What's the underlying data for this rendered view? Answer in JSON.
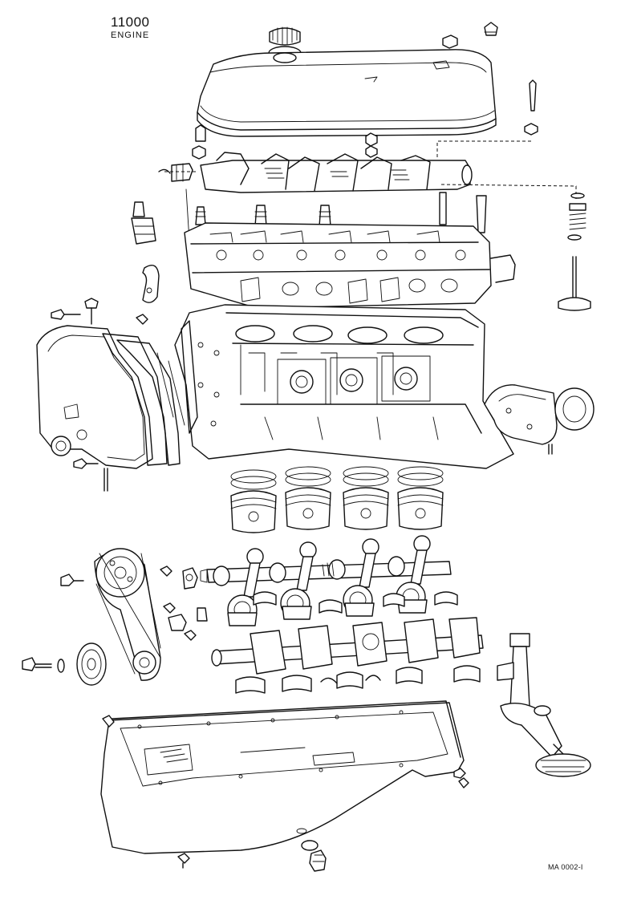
{
  "diagram": {
    "part_number": "11000",
    "part_name": "ENGINE",
    "figure_code": "MA 0002-I"
  }
}
